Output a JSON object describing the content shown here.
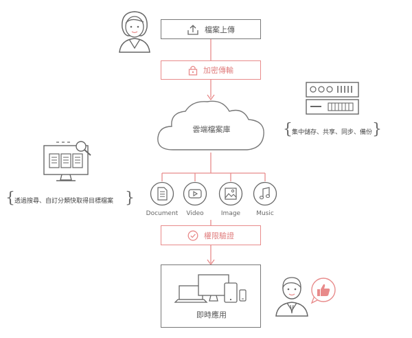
{
  "steps": {
    "upload": "檔案上傳",
    "encrypt": "加密傳輸",
    "storage": "雲端檔案庫",
    "auth": "權限驗證",
    "apply": "即時應用"
  },
  "file_types": [
    "Document",
    "Video",
    "Image",
    "Music"
  ],
  "notes": {
    "right": "集中儲存、共享、同步、備份",
    "left": "透過搜尋、自訂分類快取得目標檔案"
  },
  "colors": {
    "accent": "#e88a8a",
    "line": "#777777"
  }
}
